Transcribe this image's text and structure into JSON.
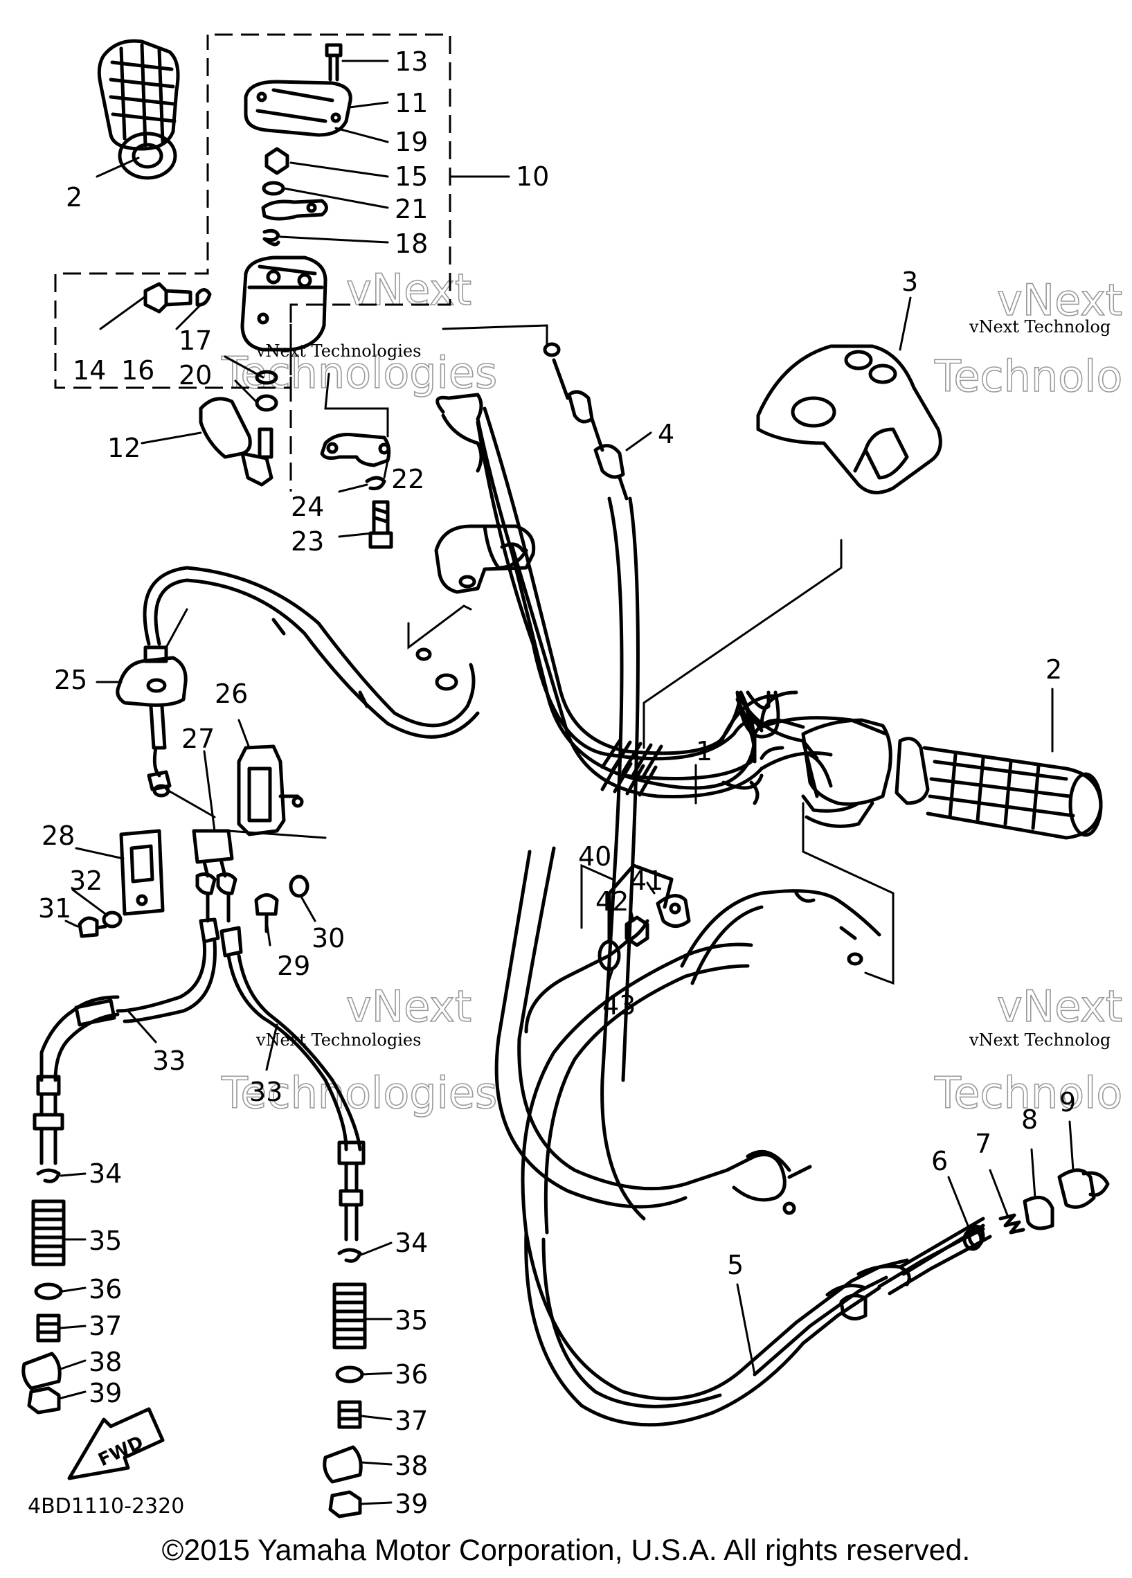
{
  "callouts": [
    "1",
    "2",
    "2",
    "3",
    "4",
    "5",
    "6",
    "7",
    "8",
    "9",
    "10",
    "11",
    "12",
    "13",
    "14",
    "15",
    "16",
    "17",
    "18",
    "19",
    "20",
    "21",
    "22",
    "23",
    "24",
    "25",
    "26",
    "27",
    "28",
    "29",
    "30",
    "31",
    "32",
    "33",
    "33",
    "34",
    "34",
    "35",
    "35",
    "36",
    "36",
    "37",
    "37",
    "38",
    "38",
    "39",
    "39",
    "40",
    "41",
    "42",
    "43"
  ],
  "watermarks": {
    "text_small": "vNext Technologies",
    "text_line1": "vNext",
    "text_line2": "Technologies",
    "clipped_small": "vNext Technolog",
    "clipped_big": "Technolo"
  },
  "fwd_label": "FWD",
  "diagram_code": "4BD1110-2320",
  "copyright": "©2015 Yamaha Motor Corporation, U.S.A. All rights reserved."
}
